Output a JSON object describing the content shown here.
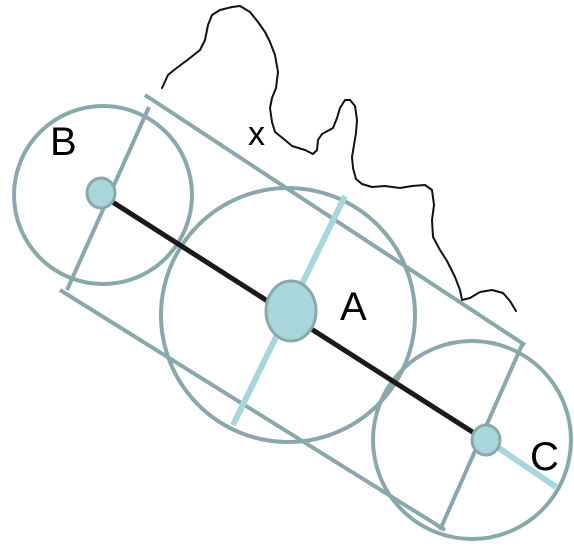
{
  "labels": {
    "a": "A",
    "b": "B",
    "c": "C",
    "x": "x"
  },
  "colors": {
    "outline": "#8aa8ab",
    "light_line": "#a9d6da",
    "center_fill": "#a9d6da",
    "axis": "#1a1a1a",
    "trace": "#111111",
    "background": "#ffffff"
  }
}
